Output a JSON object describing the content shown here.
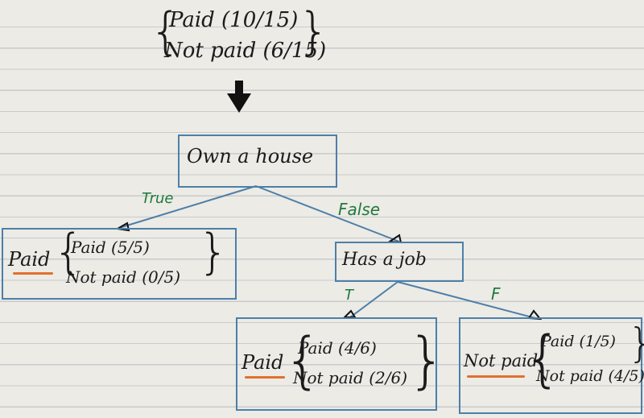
{
  "root_distribution": {
    "paid": "Paid (10/15)",
    "not_paid": "Not paid (6/15)"
  },
  "nodes": {
    "root": {
      "label": "Own a house"
    },
    "job": {
      "label": "Has a job"
    }
  },
  "edges": {
    "root_true": "True",
    "root_false": "False",
    "job_true": "T",
    "job_false": "F"
  },
  "leaves": [
    {
      "decision": "Paid",
      "paid": "Paid (5/5)",
      "not_paid": "Not paid (0/5)"
    },
    {
      "decision": "Paid",
      "paid": "Paid (4/6)",
      "not_paid": "Not paid (2/6)"
    },
    {
      "decision": "Not paid",
      "paid": "Paid (1/5)",
      "not_paid": "Not paid (4/5)"
    }
  ],
  "colors": {
    "box": "#4d7fa8",
    "edge_label": "#1e7a3c",
    "underline": "#e07030",
    "ink": "#1b1b1b"
  }
}
